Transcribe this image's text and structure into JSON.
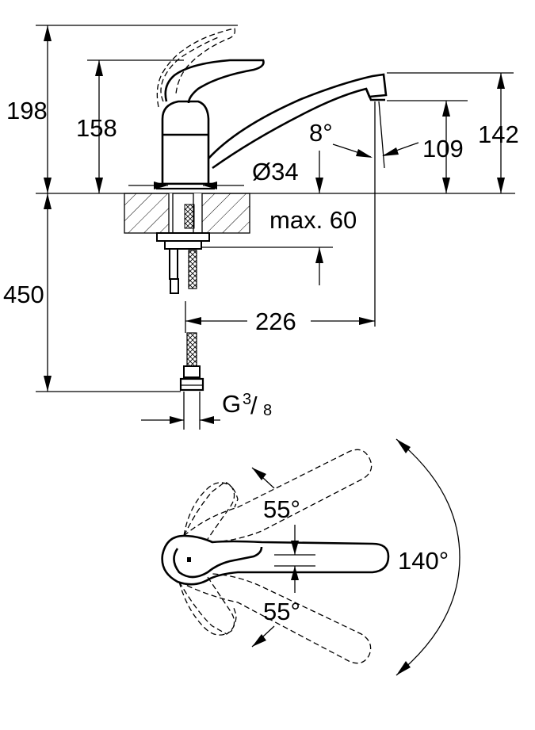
{
  "side_view": {
    "dim_198": "198",
    "dim_158": "158",
    "dim_142": "142",
    "dim_109": "109",
    "angle_8": "8°",
    "diameter_34": "Ø34",
    "max_60": "max. 60",
    "dim_450": "450",
    "dim_226": "226",
    "thread_prefix": "G",
    "thread_num": "3",
    "thread_den": "8"
  },
  "top_view": {
    "angle_upper": "55°",
    "angle_lower": "55°",
    "angle_total": "140°"
  }
}
